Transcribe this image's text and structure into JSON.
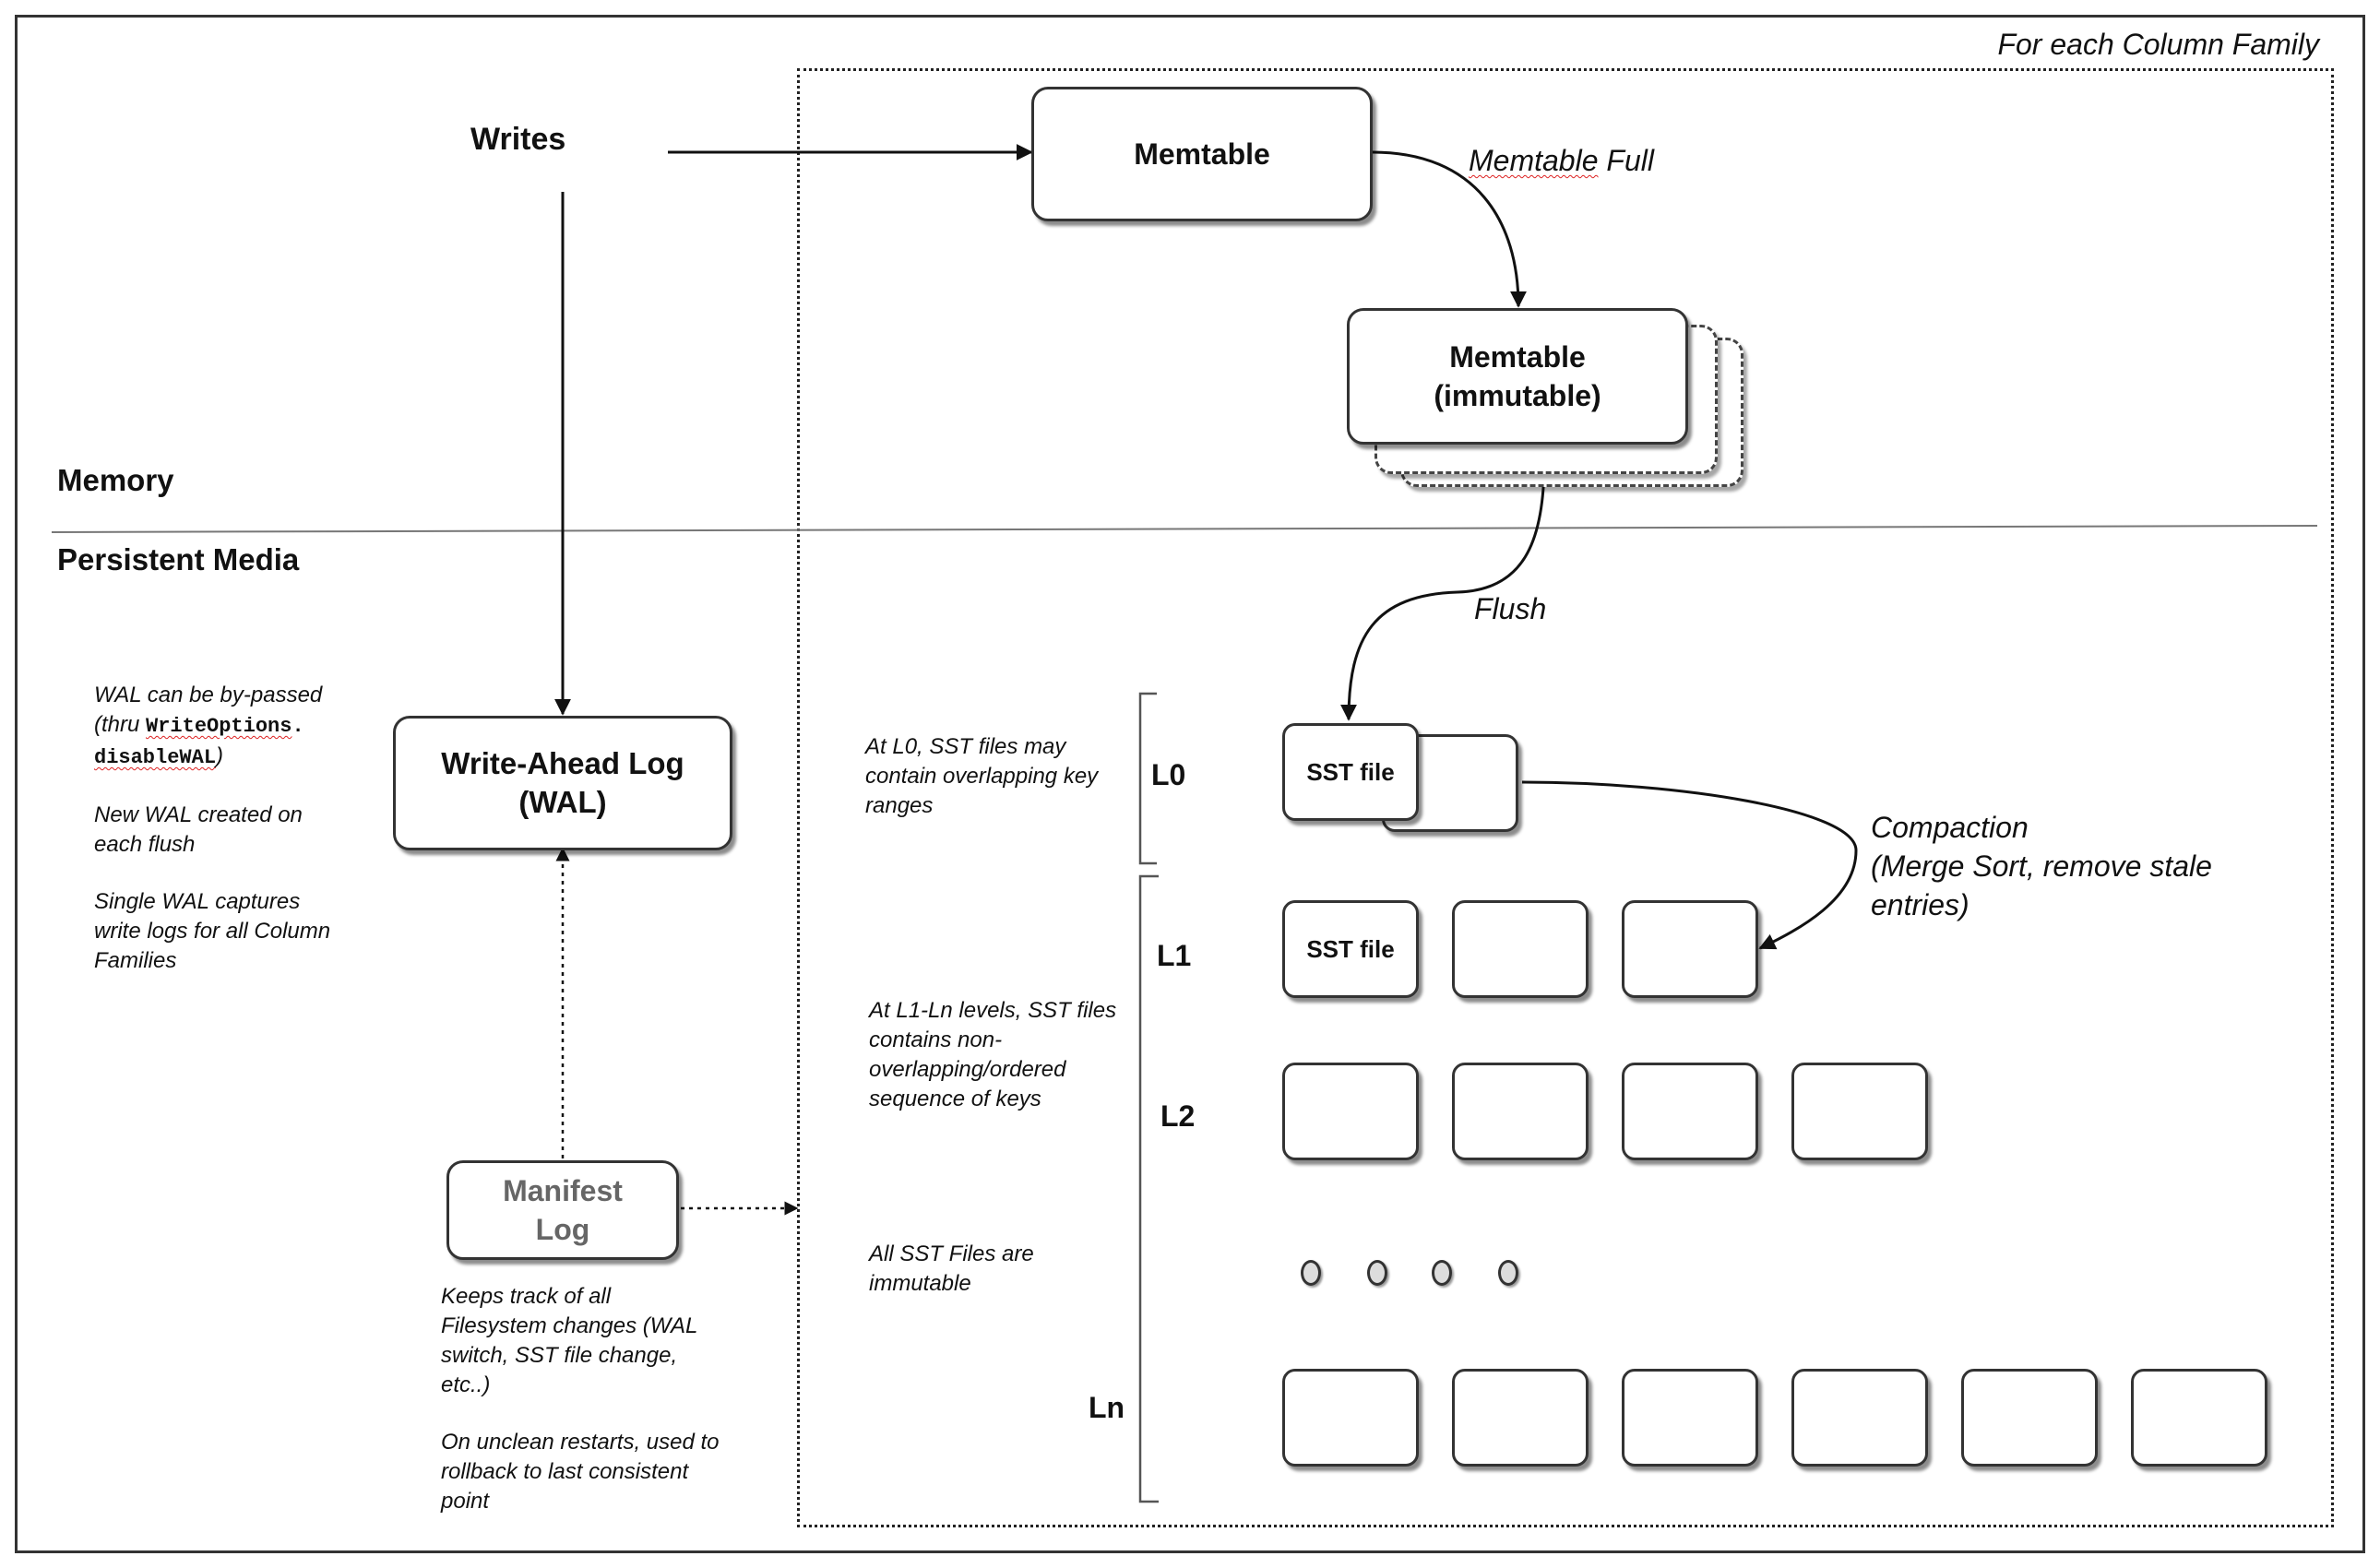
{
  "frame": {
    "column_family_title": "For each Column Family"
  },
  "regions": {
    "memory": "Memory",
    "persistent": "Persistent Media"
  },
  "writes_label": "Writes",
  "memtable": {
    "active": "Memtable",
    "immutable_line1": "Memtable",
    "immutable_line2": "(immutable)"
  },
  "edges": {
    "memtable_full_a": "Memtable",
    "memtable_full_b": " Full",
    "flush": "Flush",
    "compaction_line1": "Compaction",
    "compaction_line2": "(Merge Sort, remove stale",
    "compaction_line3": "entries)"
  },
  "wal": {
    "line1": "Write-Ahead Log",
    "line2": "(WAL)"
  },
  "manifest": {
    "line1": "Manifest",
    "line2": "Log"
  },
  "wal_notes": {
    "n1_line1": "WAL can be by-passed",
    "n1_line2_prefix": "(thru ",
    "n1_code1": "WriteOptions",
    "n1_line2_suffix": ".",
    "n1_code2": "disableWAL",
    "n1_line3_suffix": ")",
    "n2_line1": "New WAL created on",
    "n2_line2": "each flush",
    "n3_line1": "Single WAL captures",
    "n3_line2": "write logs for all Column",
    "n3_line3": "Families"
  },
  "manifest_notes": {
    "n1_line1": "Keeps track of all",
    "n1_line2": "Filesystem changes (WAL",
    "n1_line3": "switch, SST file change,",
    "n1_line4": "etc..)",
    "n2_line1": "On unclean restarts, used to",
    "n2_line2": "rollback to last consistent",
    "n2_line3": "point"
  },
  "level_notes": {
    "l0_line1": "At L0, SST files may",
    "l0_line2": "contain overlapping key",
    "l0_line3": "ranges",
    "ln_line1": "At L1-Ln levels, SST files",
    "ln_line2": "contains non-",
    "ln_line3": "overlapping/ordered",
    "ln_line4": "sequence of keys",
    "imm_line1": "All SST Files are",
    "imm_line2": "immutable"
  },
  "levels": {
    "l0": "L0",
    "l1": "L1",
    "l2": "L2",
    "ln": "Ln"
  },
  "sst_label": "SST file",
  "colors": {
    "line": "#111111",
    "box_border": "#333333",
    "error_underline": "#dd2222"
  }
}
